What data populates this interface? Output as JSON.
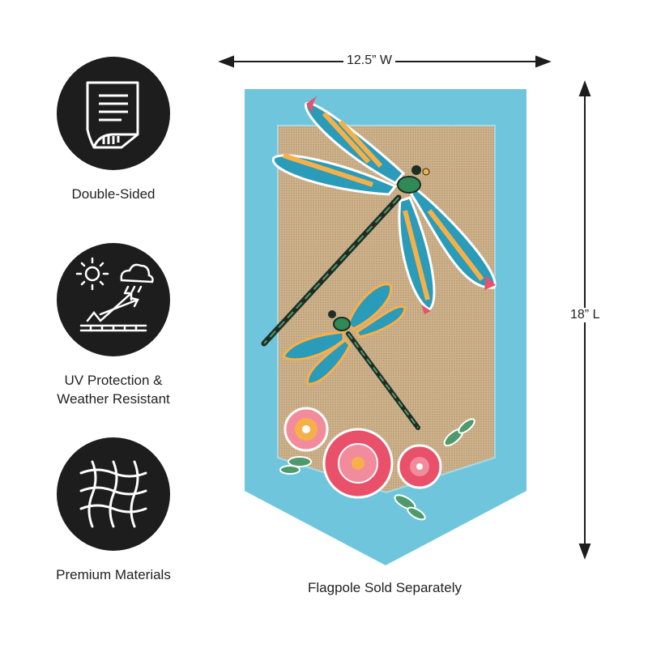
{
  "features": [
    {
      "label": "Double-Sided",
      "icon": "double-sided-page-icon"
    },
    {
      "label": "UV Protection &\nWeather Resistant",
      "icon": "sun-cloud-uv-icon"
    },
    {
      "label": "Premium Materials",
      "icon": "woven-fabric-icon"
    }
  ],
  "dimensions": {
    "width": "12.5” W",
    "length": "18” L"
  },
  "note": "Flagpole Sold Separately",
  "colors": {
    "flag_border": "#6fc6dc",
    "burlap": "#c9ad86",
    "dragonfly_blue": "#2a9bb8",
    "dragonfly_orange": "#f6b04a",
    "flower_pink": "#e9506a",
    "leaf_green": "#4f9a6b"
  }
}
